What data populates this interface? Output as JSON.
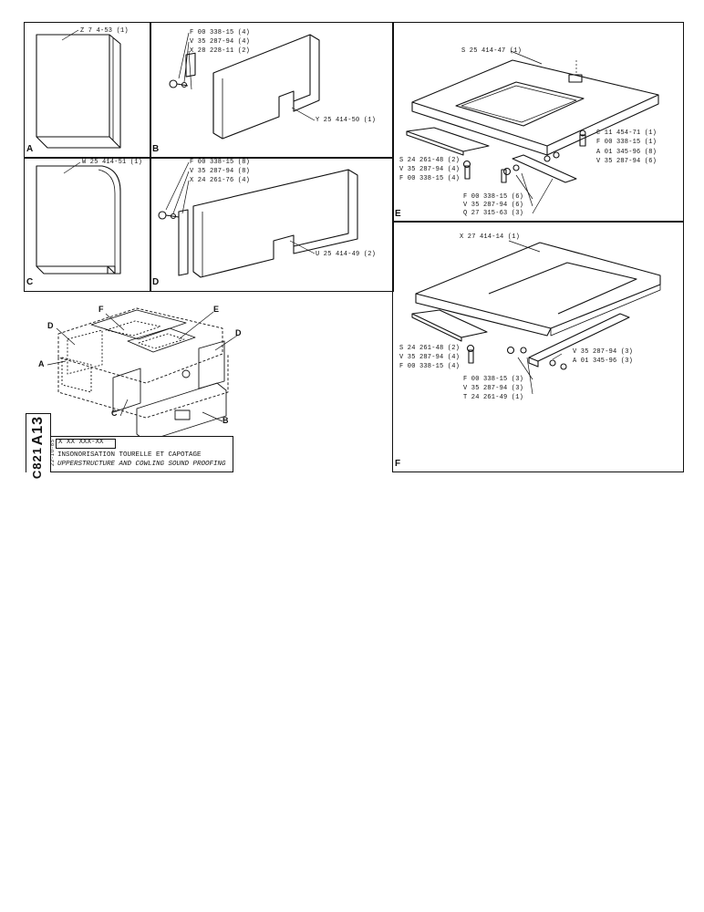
{
  "panels": {
    "A": {
      "letter": "A",
      "parts": [
        "Z 7    4-53 (1)"
      ]
    },
    "B": {
      "letter": "B",
      "parts": [
        "F 00 338-15 (4)",
        "V 35 287-94 (4)",
        "X 28 228-11 (2)",
        "Y 25 414-50 (1)"
      ]
    },
    "C": {
      "letter": "C",
      "parts": [
        "W 25 414-51 (1)"
      ]
    },
    "D": {
      "letter": "D",
      "parts": [
        "F 00 338-15 (8)",
        "V 35 287-94 (8)",
        "X 24 261-76 (4)",
        "U 25 414-49 (2)"
      ]
    },
    "E": {
      "letter": "E",
      "parts": [
        "S 25 414-47 (1)",
        "C 11 454-71 (1)",
        "F 00 338-15 (1)",
        "A 01 345-96 (8)",
        "V 35 287-94 (6)",
        "S 24 261-48 (2)",
        "V 35 287-94 (4)",
        "F 00 338-15 (4)",
        "F 00 338-15 (6)",
        "V 35 287-94 (6)",
        "Q 27 315-63 (3)"
      ]
    },
    "F": {
      "letter": "F",
      "parts": [
        "X 27 414-14 (1)",
        "S 24 261-48 (2)",
        "V 35 287-94 (4)",
        "F 00 338-15 (4)",
        "F 00 338-15 (3)",
        "V 35 287-94 (3)",
        "T 24 261-49 (1)",
        "V 35 287-94 (3)",
        "A 01 345-96 (3)"
      ]
    }
  },
  "overview": {
    "callouts": [
      "F",
      "E",
      "D",
      "D",
      "A",
      "C",
      "B"
    ]
  },
  "title_block": {
    "code_a": "A13",
    "code_b": "C821",
    "date": "22-10-85",
    "ref": "X XX XXX-XX",
    "title_fr": "INSONORISATION TOURELLE ET CAPOTAGE",
    "title_en": "UPPERSTRUCTURE AND COWLING SOUND PROOFING"
  }
}
